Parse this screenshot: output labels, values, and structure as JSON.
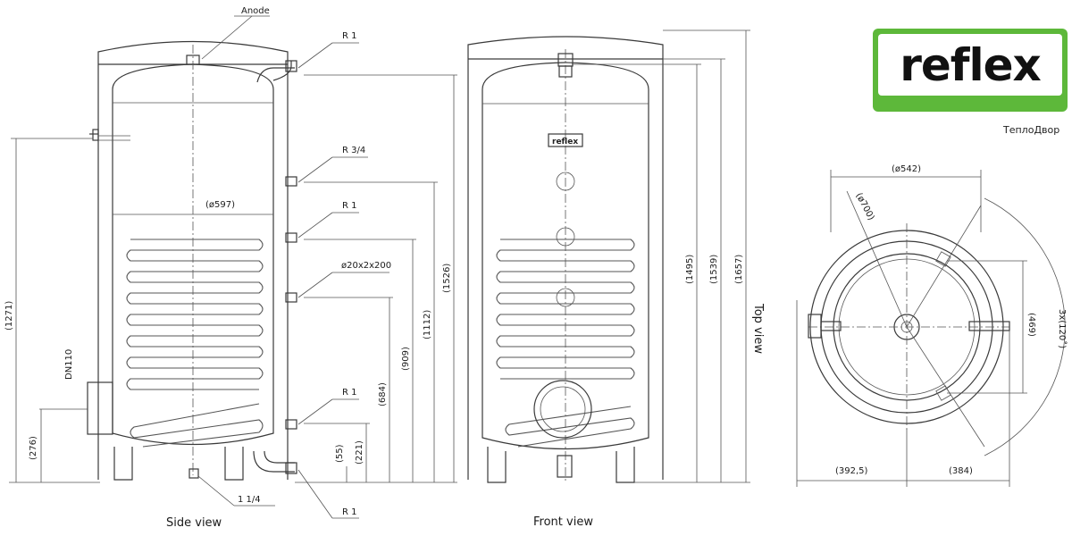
{
  "brand": {
    "logo_text": "reflex",
    "logo_color": "#5db83a",
    "company": "ТеплоДвор"
  },
  "views": {
    "side": "Side view",
    "front": "Front view",
    "top": "Top view"
  },
  "side_labels": {
    "anode": "Anode",
    "conn_top": "R 1",
    "conn_r34": "R 3/4",
    "conn_coil_top": "R 1",
    "sensor": "ø20x2x200",
    "conn_coil_bottom": "R 1",
    "conn_bottom_drain": "R 1",
    "conn_drain": "1 1/4",
    "diameter": "(ø597)",
    "flange": "DN110"
  },
  "dimensions": {
    "side_1271": "(1271)",
    "side_276": "(276)",
    "side_1526": "(1526)",
    "side_1112": "(1112)",
    "side_909": "(909)",
    "side_684": "(684)",
    "side_221": "(221)",
    "side_55": "(55)",
    "front_1495": "(1495)",
    "front_1539": "(1539)",
    "front_1657": "(1657)",
    "top_542": "(ø542)",
    "top_700": "(ø700)",
    "top_469": "(469)",
    "top_3x120": "3x(120˚)",
    "top_392": "(392,5)",
    "top_384": "(384)"
  }
}
